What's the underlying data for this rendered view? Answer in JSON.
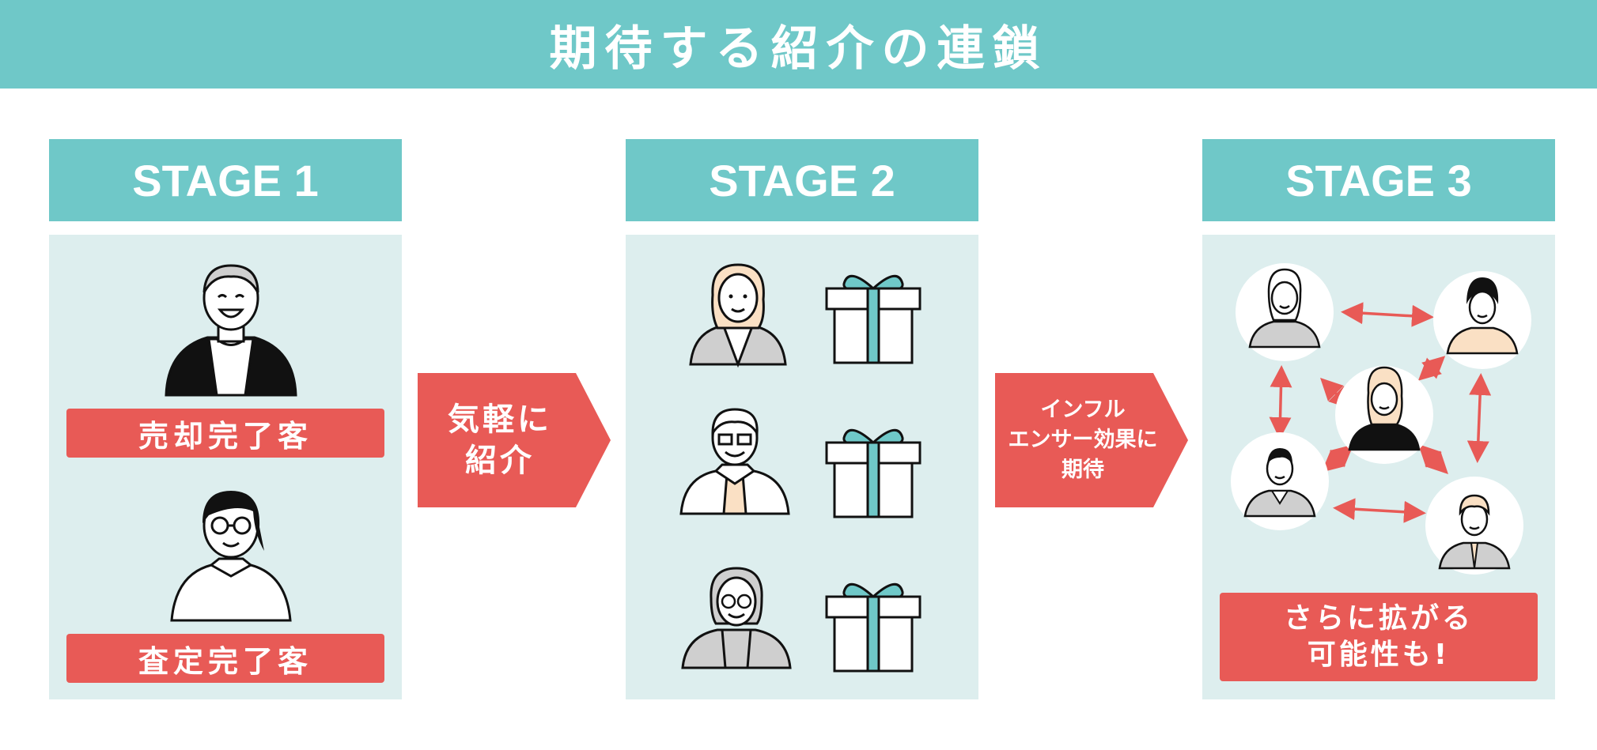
{
  "title": "期待する紹介の連鎖",
  "stages": [
    {
      "heading": "STAGE 1",
      "labels": [
        "売却完了客",
        "査定完了客"
      ]
    },
    {
      "heading": "STAGE 2"
    },
    {
      "heading": "STAGE 3",
      "labels": [
        "さらに拡がる",
        "可能性も!"
      ]
    }
  ],
  "arrows": [
    {
      "lines": [
        "気軽に",
        "紹介"
      ]
    },
    {
      "lines": [
        "インフル",
        "エンサー効果に",
        "期待"
      ]
    }
  ],
  "colors": {
    "teal": "#6fc8c8",
    "panel": "#ddeeee",
    "red": "#e85a56",
    "skin": "#fae0c4",
    "gray": "#cfcfcf"
  }
}
